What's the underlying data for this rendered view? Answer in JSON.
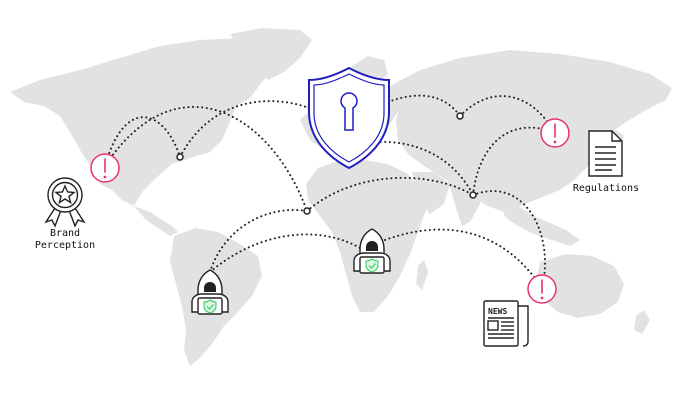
{
  "labels": {
    "brand_perception": [
      "Brand",
      "Perception"
    ],
    "regulations": "Regulations",
    "news": "NEWS"
  },
  "colors": {
    "map": "#e2e2e2",
    "shield": "#1f1fbf",
    "alert": "#e8336a",
    "hacker_badge": "#3ecb6b",
    "line": "#222222",
    "icon_stroke": "#222222"
  },
  "icons": [
    "shield-keyhole-icon",
    "alert-icon",
    "hacker-icon",
    "badge-star-icon",
    "document-icon",
    "newspaper-icon",
    "network-node-icon"
  ]
}
